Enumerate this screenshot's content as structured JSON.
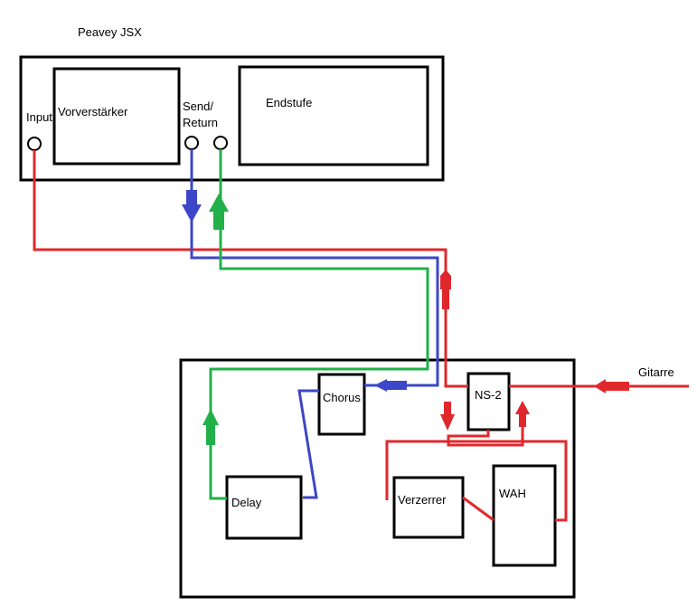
{
  "amp": {
    "title": "Peavey JSX",
    "preamp_label": "Vorverstärker",
    "poweramp_label": "Endstufe",
    "input_label": "Input",
    "send_label": "Send/",
    "return_label": "Return"
  },
  "pedalboard": {
    "chorus_label": "Chorus",
    "delay_label": "Delay",
    "ns2_label": "NS-2",
    "verzerrer_label": "Verzerrer",
    "wah_label": "WAH",
    "guitar_label": "Gitarre"
  },
  "colors": {
    "input_path": "#e0282c",
    "send_path": "#3c46c8",
    "return_path": "#22b04a",
    "outline": "#000000"
  }
}
